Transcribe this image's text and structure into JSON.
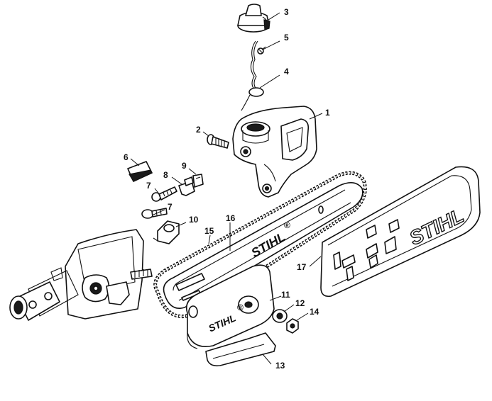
{
  "brand_text": "STIHL",
  "registered_mark": "®",
  "callouts": [
    {
      "id": "1",
      "label": "1"
    },
    {
      "id": "2",
      "label": "2"
    },
    {
      "id": "3",
      "label": "3"
    },
    {
      "id": "4",
      "label": "4"
    },
    {
      "id": "5",
      "label": "5"
    },
    {
      "id": "6",
      "label": "6"
    },
    {
      "id": "7a",
      "label": "7"
    },
    {
      "id": "7b",
      "label": "7"
    },
    {
      "id": "8",
      "label": "8"
    },
    {
      "id": "9",
      "label": "9"
    },
    {
      "id": "10",
      "label": "10"
    },
    {
      "id": "11",
      "label": "11"
    },
    {
      "id": "12",
      "label": "12"
    },
    {
      "id": "13",
      "label": "13"
    },
    {
      "id": "14",
      "label": "14"
    },
    {
      "id": "15",
      "label": "15"
    },
    {
      "id": "16",
      "label": "16"
    },
    {
      "id": "17",
      "label": "17"
    }
  ]
}
